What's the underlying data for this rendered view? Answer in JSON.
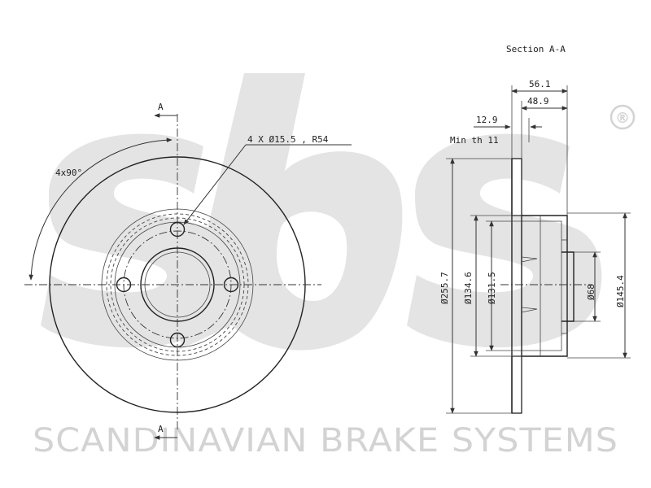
{
  "watermark": {
    "logo_text": "sbs",
    "registered_mark": "®",
    "company": "SCANDINAVIAN BRAKE SYSTEMS",
    "color": "#d3d3d3"
  },
  "front_view": {
    "section_mark_top": "A",
    "section_mark_bottom": "A",
    "angle_label": "4x90°",
    "bolt_callout": "4 X Ø15.5 , R54"
  },
  "section_view": {
    "title": "Section A-A",
    "dim_56_1": "56.1",
    "dim_48_9": "48.9",
    "dim_12_9": "12.9",
    "min_thickness": "Min th 11",
    "dia_255_7": "Ø255.7",
    "dia_134_6": "Ø134.6",
    "dia_131_5": "Ø131.5",
    "dia_68": "Ø68",
    "dia_145_4": "Ø145.4"
  }
}
